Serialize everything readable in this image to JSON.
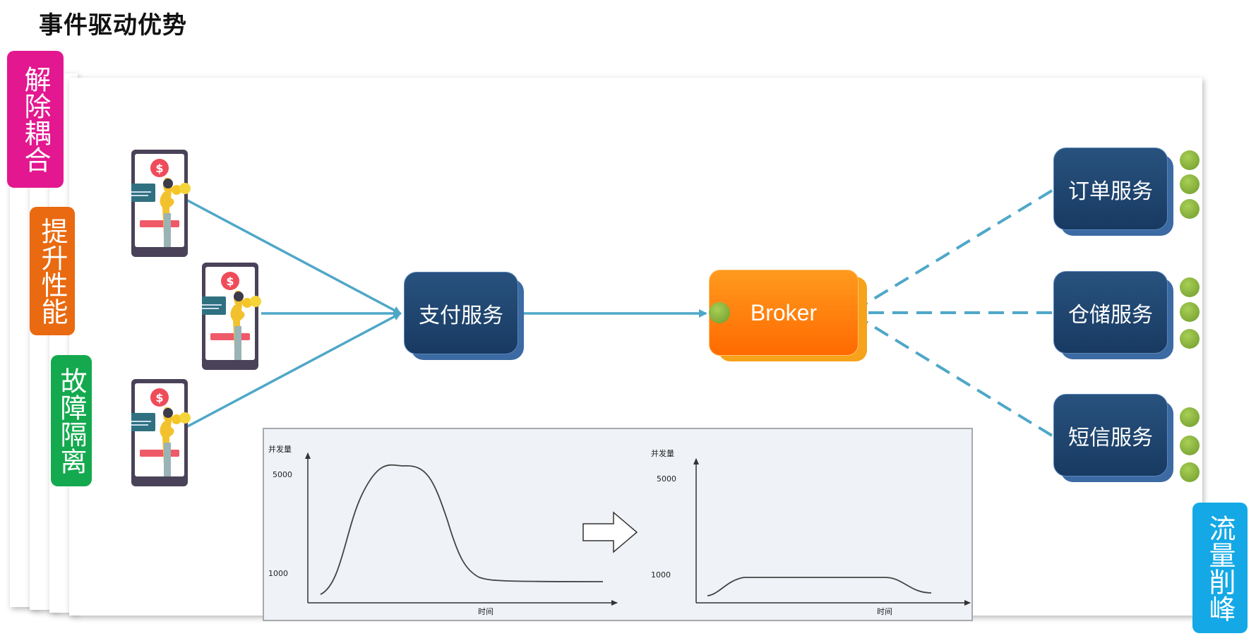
{
  "title": "事件驱动优势",
  "tabs": {
    "decouple": "解除耦合",
    "performance": "提升性能",
    "isolation": "故障隔离",
    "peak_shaving": "流量削峰"
  },
  "services": {
    "payment": "支付服务",
    "broker": "Broker",
    "order": "订单服务",
    "storage": "仓储服务",
    "sms": "短信服务"
  },
  "charts": {
    "left": {
      "ylabel": "并发量",
      "xlabel": "时间",
      "y_high": "5000",
      "y_low": "1000"
    },
    "right": {
      "ylabel": "并发量",
      "xlabel": "时间",
      "y_high": "5000",
      "y_low": "1000"
    }
  },
  "colors": {
    "decouple": "#e3178f",
    "performance": "#e96a10",
    "isolation": "#14a94e",
    "peak_shaving": "#14a9e6",
    "service": "#1c4370",
    "broker": "#ff7a0a",
    "connector": "#4fa7c8"
  }
}
